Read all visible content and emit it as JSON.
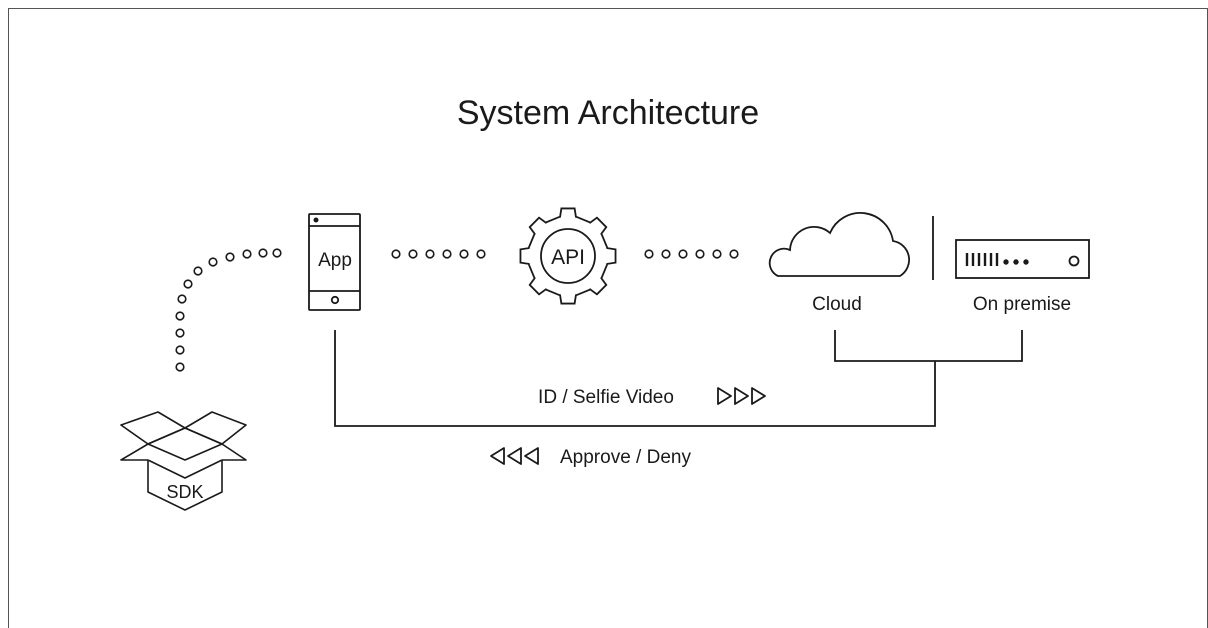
{
  "title": "System Architecture",
  "nodes": {
    "app": {
      "label": "App",
      "icon": "smartphone-icon"
    },
    "api": {
      "label": "API",
      "icon": "gear-icon"
    },
    "cloud": {
      "label": "Cloud",
      "icon": "cloud-icon"
    },
    "on_premise": {
      "label": "On premise",
      "icon": "server-icon"
    },
    "sdk": {
      "label": "SDK",
      "icon": "open-box-icon"
    }
  },
  "flows": {
    "upload": {
      "label": "ID / Selfie Video",
      "icon": "triple-arrow-right-icon"
    },
    "response": {
      "label": "Approve / Deny",
      "icon": "triple-arrow-left-icon"
    }
  },
  "colors": {
    "stroke": "#1a1a1a",
    "background": "#ffffff",
    "frame": "#555555"
  }
}
